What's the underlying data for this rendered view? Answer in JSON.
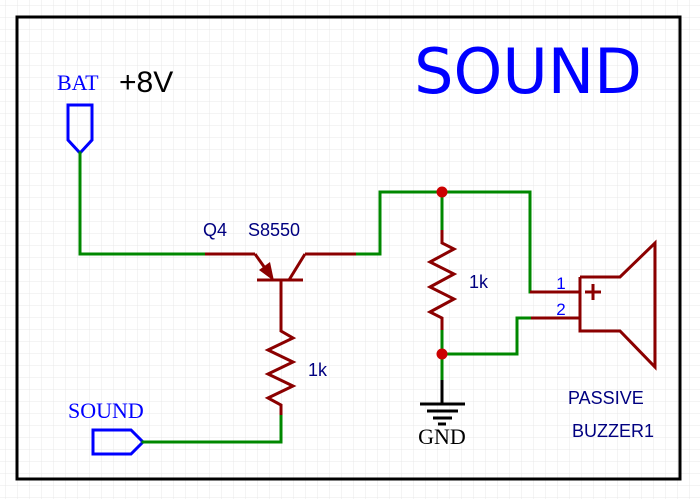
{
  "title": "SOUND",
  "colors": {
    "wire": "#008800",
    "component": "#8b0000",
    "net_port": "#0000ff",
    "label": "#000080",
    "junction": "#cc0000",
    "ground": "#000000",
    "frame": "#000000",
    "grid": "#e8e8e8",
    "title": "#0000ff"
  },
  "ports": {
    "bat": {
      "name": "BAT",
      "voltage": "+8V"
    },
    "sound": {
      "name": "SOUND"
    }
  },
  "transistor": {
    "designator": "Q4",
    "part": "S8550"
  },
  "resistors": [
    {
      "value": "1k"
    },
    {
      "value": "1k"
    }
  ],
  "ground": {
    "label": "GND"
  },
  "buzzer": {
    "line1": "PASSIVE",
    "line2": "BUZZER1",
    "pin1": "1",
    "pin2": "2",
    "polarity": "+"
  }
}
